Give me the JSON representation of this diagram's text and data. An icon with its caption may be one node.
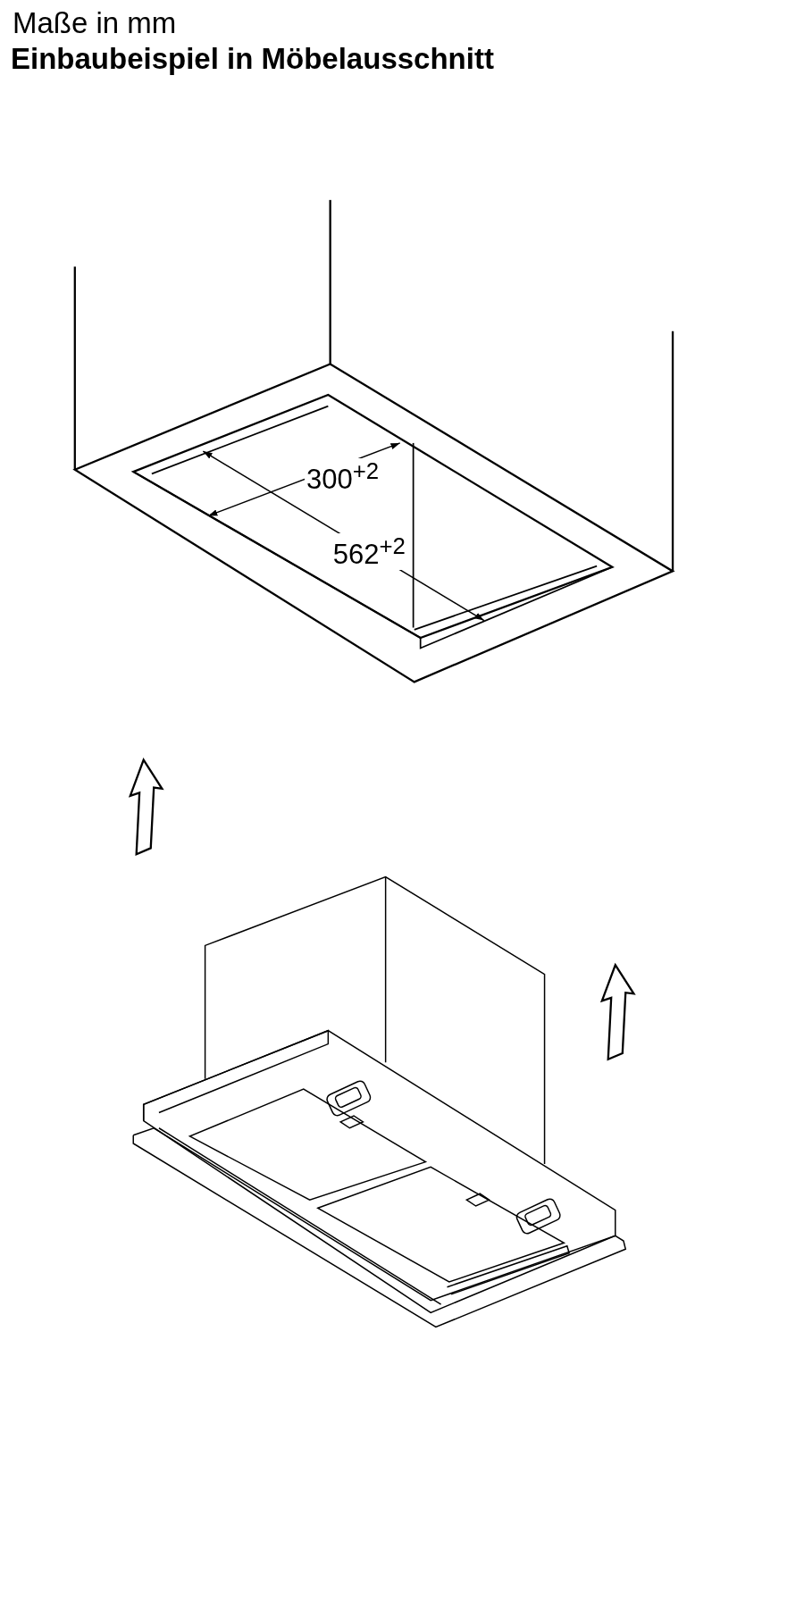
{
  "diagram": {
    "title": "Einbaubeispiel in Möbelausschnitt",
    "labels": [
      "Maße in mm",
      "300$^{+2}$",
      "562$^{+2}$"
    ]
  }
}
